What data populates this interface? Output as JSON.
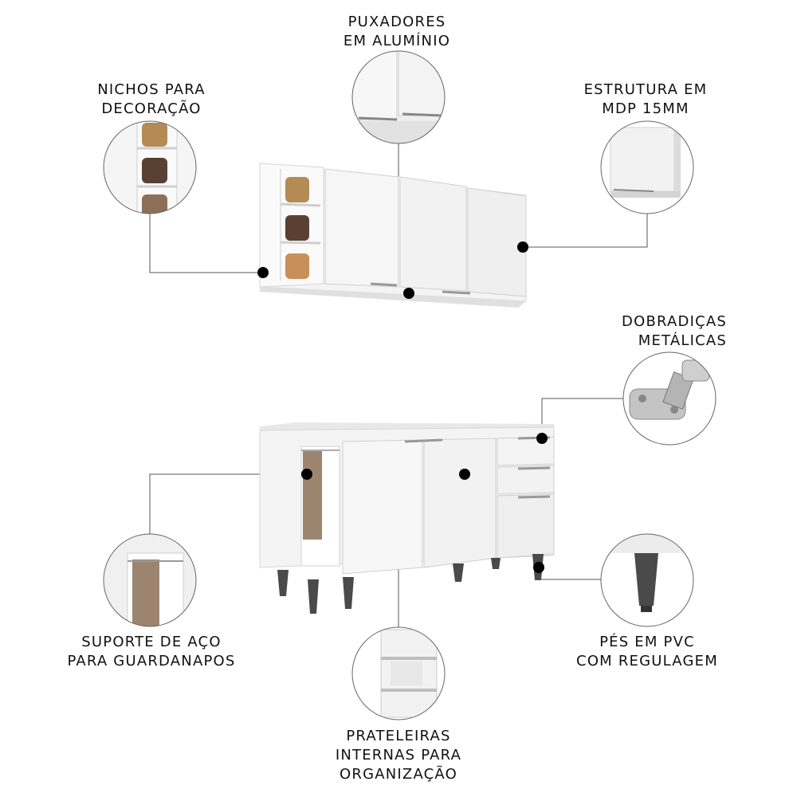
{
  "callouts": {
    "puxadores": {
      "line1": "PUXADORES",
      "line2": "EM ALUMÍNIO"
    },
    "nichos": {
      "line1": "NICHOS PARA",
      "line2": "DECORAÇÃO"
    },
    "estrutura": {
      "line1": "ESTRUTURA EM",
      "line2": "MDP 15MM"
    },
    "dobradicas": {
      "line1": "DOBRADIÇAS",
      "line2": "METÁLICAS"
    },
    "suporte": {
      "line1": "SUPORTE DE AÇO",
      "line2": "PARA GUARDANAPOS"
    },
    "pes": {
      "line1": "PÉS EM PVC",
      "line2": "COM REGULAGEM"
    },
    "prateleiras": {
      "line1": "PRATELEIRAS",
      "line2": "INTERNAS PARA",
      "line3": "ORGANIZAÇÃO"
    }
  },
  "colors": {
    "cabinet": "#f2f2f2",
    "shadow": "#d9d9d9",
    "marker": "#000000",
    "leg": "#4a4a4a"
  }
}
